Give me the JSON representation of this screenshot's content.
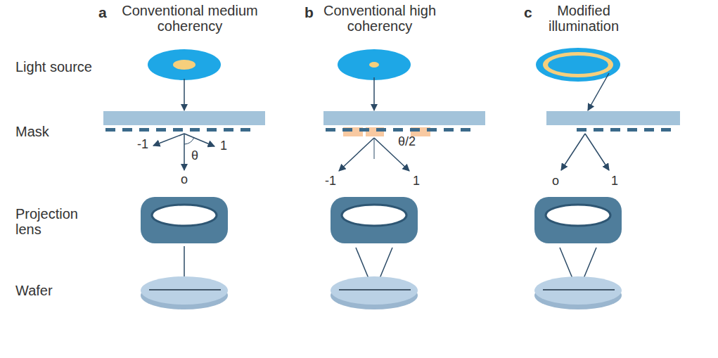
{
  "diagram": {
    "labels": [
      "a",
      "Conventional medium coherency",
      "b",
      "Conventional high coherency",
      "c",
      "Modified illumination",
      "Light source",
      "Mask",
      "Projection lens",
      "Wafer",
      "-1",
      "1",
      "θ",
      "o",
      "θ/2",
      "-1",
      "1",
      "o",
      "1"
    ]
  }
}
